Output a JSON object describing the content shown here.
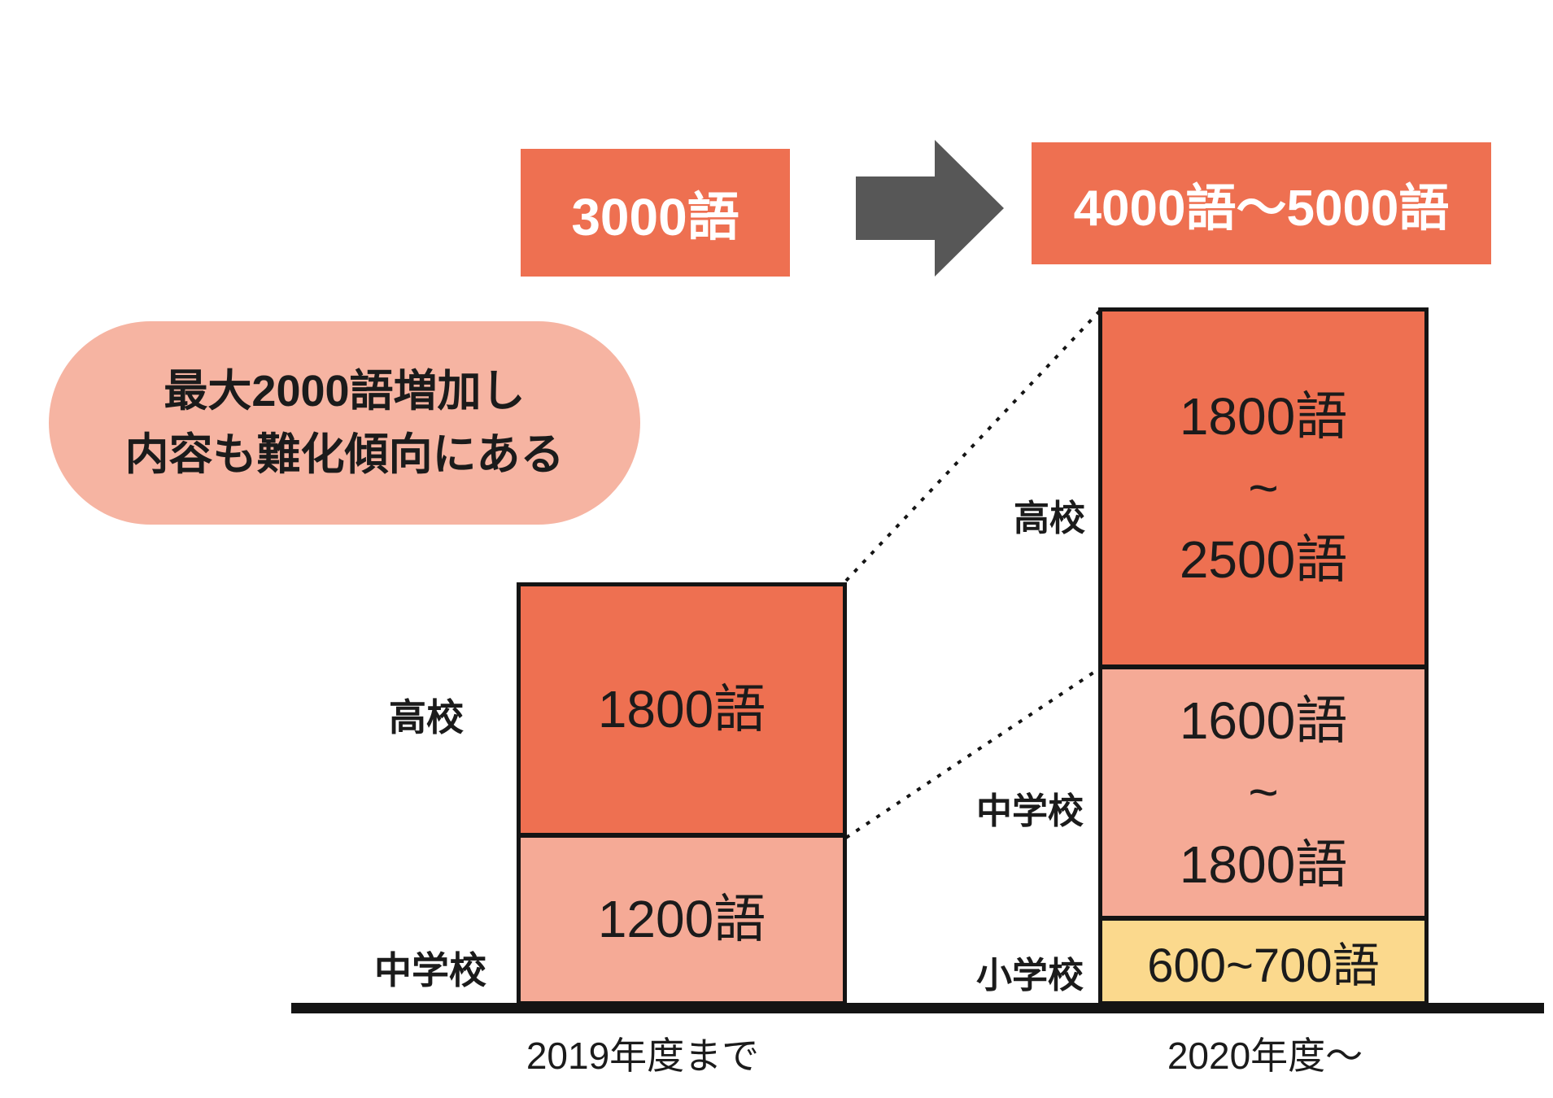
{
  "header": {
    "before_total": "3000語",
    "after_total": "4000語〜5000語",
    "arrow_icon": "right-arrow-icon"
  },
  "callout": {
    "line1": "最大2000語増加し",
    "line2": "内容も難化傾向にある"
  },
  "left_bar": {
    "axis_label": "2019年度まで",
    "segments": [
      {
        "school": "高校",
        "value": "1800語",
        "color": "#EE7051"
      },
      {
        "school": "中学校",
        "value": "1200語",
        "color": "#F5AA96"
      }
    ]
  },
  "right_bar": {
    "axis_label": "2020年度〜",
    "segments": [
      {
        "school": "高校",
        "value_lines": [
          "1800語",
          "~",
          "2500語"
        ],
        "color": "#EE7051"
      },
      {
        "school": "中学校",
        "value_lines": [
          "1600語",
          "~",
          "1800語"
        ],
        "color": "#F5AA96"
      },
      {
        "school": "小学校",
        "value": "600~700語",
        "color": "#FBD98D"
      }
    ]
  },
  "colors": {
    "orange": "#EE7051",
    "salmon": "#F5AA96",
    "pink_bubble": "#F6B4A2",
    "yellow": "#FBD98D",
    "arrow_gray": "#575757",
    "ink": "#1b1b1b"
  },
  "chart_data": {
    "type": "bar",
    "subtype": "stacked-comparison",
    "categories": [
      "2019年度まで",
      "2020年度〜"
    ],
    "series": [
      {
        "name": "小学校",
        "values": [
          0,
          650
        ],
        "value_labels": [
          "",
          "600~700語"
        ],
        "color": "#FBD98D"
      },
      {
        "name": "中学校",
        "values": [
          1200,
          1700
        ],
        "value_labels": [
          "1200語",
          "1600語~1800語"
        ],
        "color": "#F5AA96"
      },
      {
        "name": "高校",
        "values": [
          1800,
          2150
        ],
        "value_labels": [
          "1800語",
          "1800語~2500語"
        ],
        "color": "#EE7051"
      }
    ],
    "totals": [
      "3000語",
      "4000語〜5000語"
    ],
    "annotation": "最大2000語増加し 内容も難化傾向にある",
    "xlabel": "",
    "ylabel": "",
    "legend": false,
    "grid": false,
    "connector_lines": "dotted, linking 2019 segment tops to 2020 segment tops"
  }
}
